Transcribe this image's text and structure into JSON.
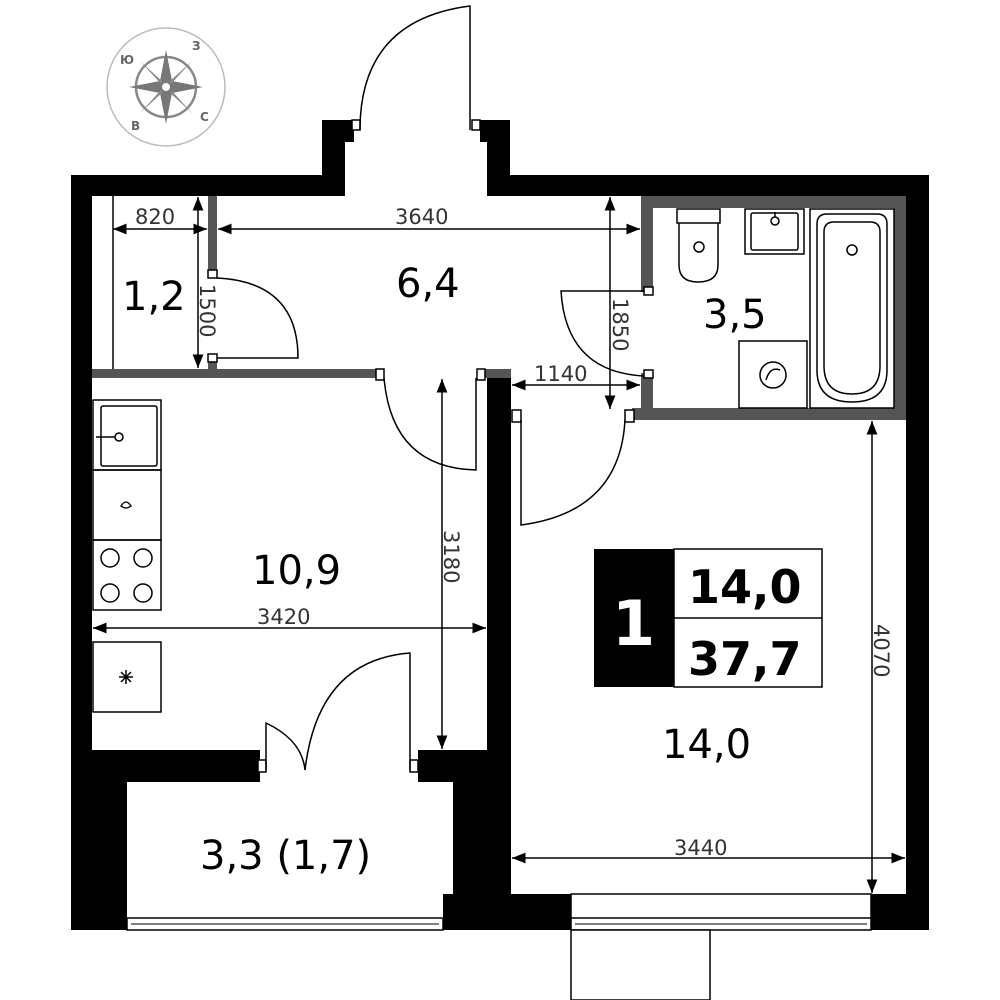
{
  "rooms": {
    "storage": "1,2",
    "hall": "6,4",
    "bathroom": "3,5",
    "kitchen": "10,9",
    "living": "14,0",
    "balcony": "3,3 (1,7)"
  },
  "dimensions": {
    "storage_width": "820",
    "storage_depth": "1500",
    "hall_width": "3640",
    "bath_depth": "1850",
    "corridor_width": "1140",
    "kitchen_depth": "3180",
    "kitchen_width": "3420",
    "living_depth": "4070",
    "living_width": "3440"
  },
  "badge": {
    "rooms_count": "1",
    "living_area": "14,0",
    "total_area": "37,7"
  },
  "compass": {
    "n": "Ю",
    "e": "З",
    "s": "С",
    "w": "В"
  }
}
